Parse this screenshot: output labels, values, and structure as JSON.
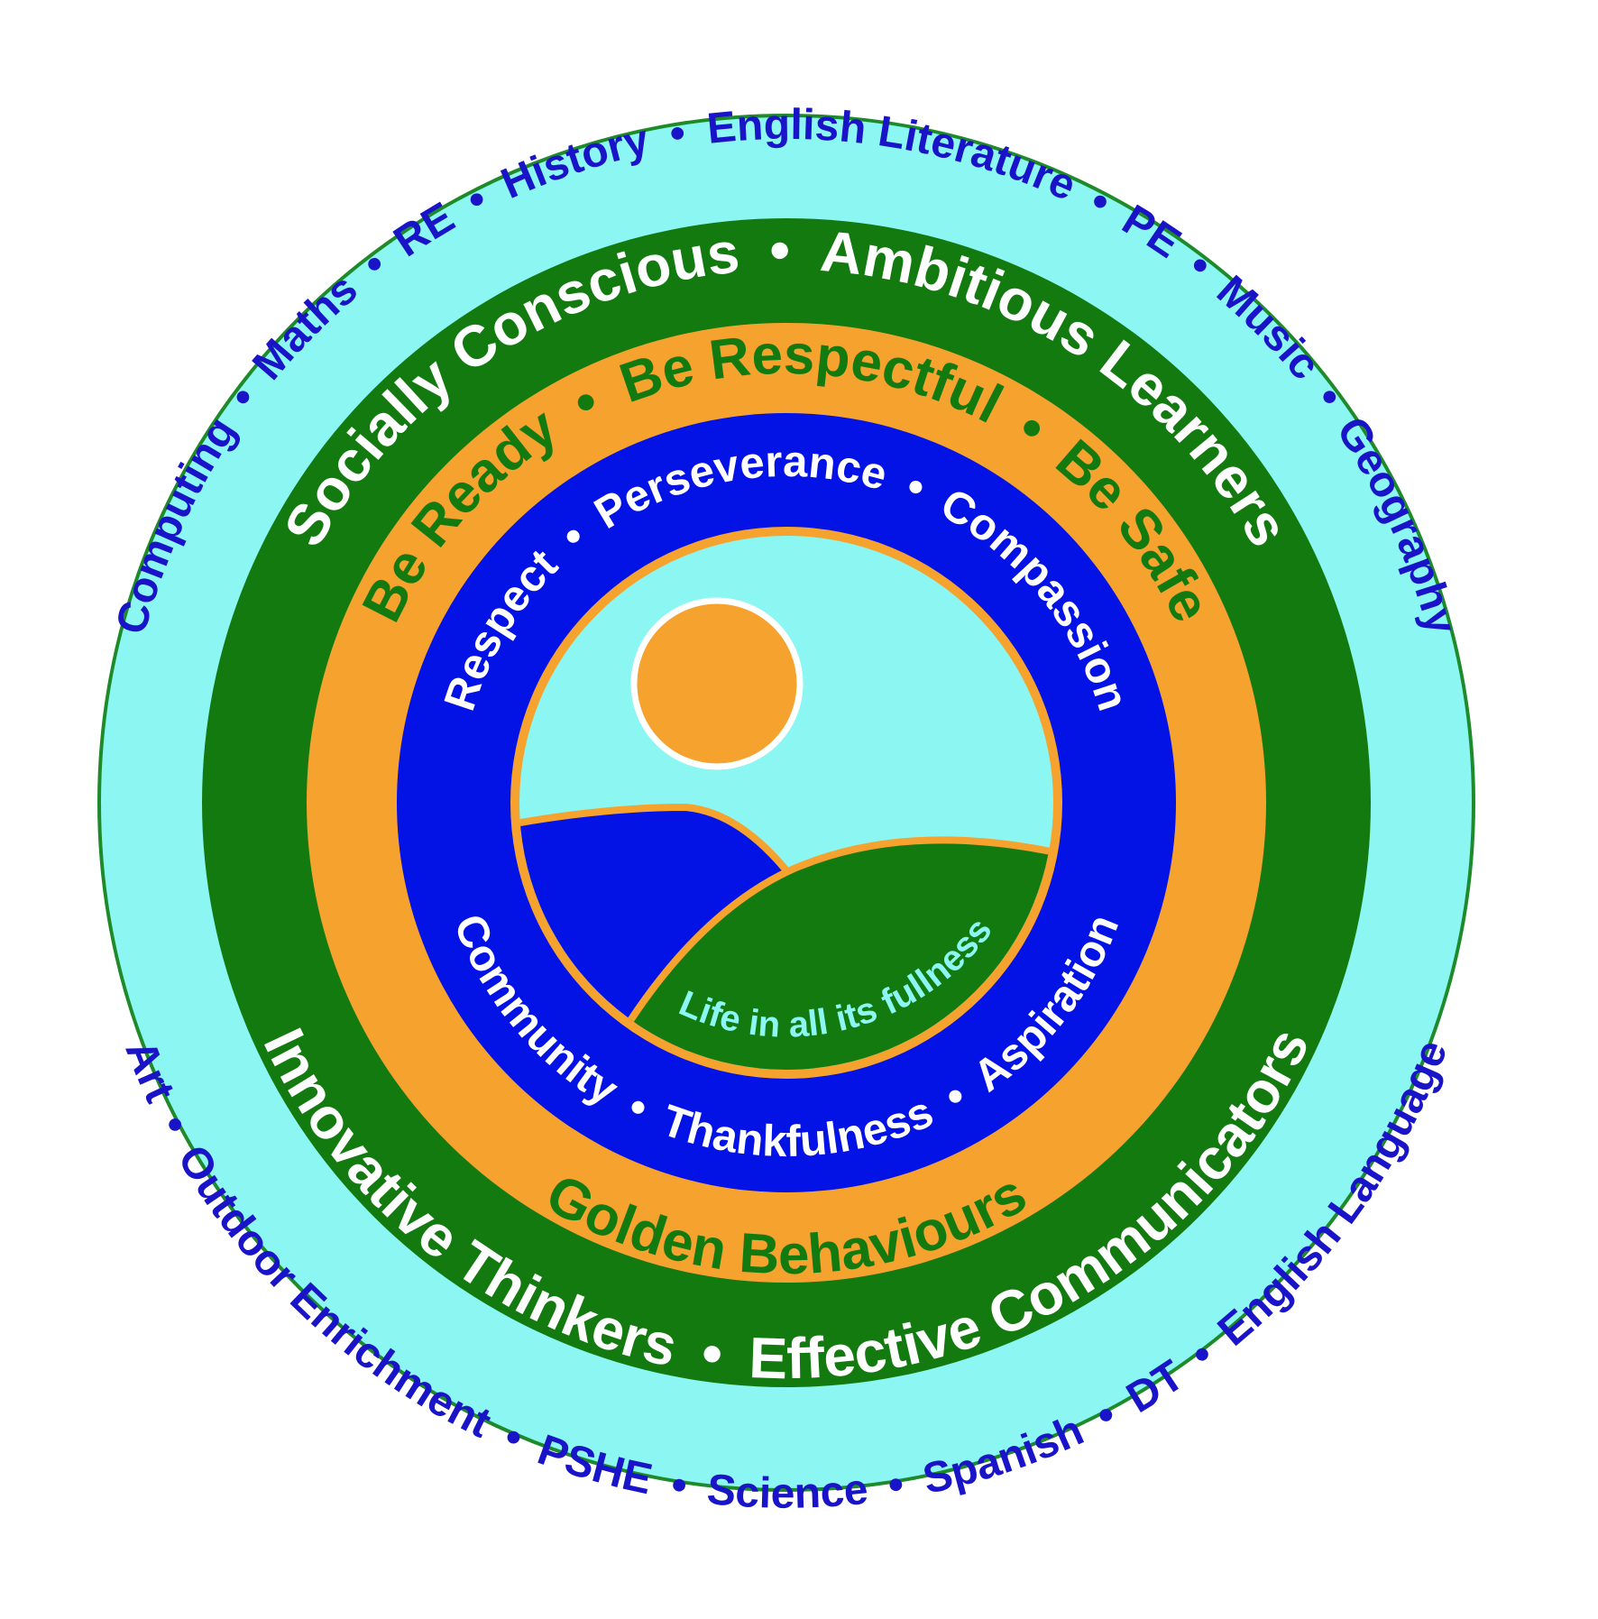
{
  "colors": {
    "outer_ring": "#8cf7f2",
    "outer_ring_border": "#1e8a2a",
    "attribute_ring": "#137a10",
    "behaviour_ring": "#f6a22e",
    "value_ring": "#0313e6",
    "sky": "#8cf7f2",
    "sun": "#f6a22e",
    "left_hill": "#0313e6",
    "right_hill": "#137a10",
    "hill_outline": "#f6a22e",
    "subject_text": "#1a14c8",
    "attribute_text": "#ffffff",
    "behaviour_text": "#137a10",
    "value_text": "#ffffff",
    "motto_text": "#8cf7f2"
  },
  "separator": "•",
  "subjects": {
    "top": [
      "Computing",
      "Maths",
      "RE",
      "History",
      "English Literature",
      "PE",
      "Music",
      "Geography"
    ],
    "bottom": [
      "Art",
      "Outdoor Enrichment",
      "PSHE",
      "Science",
      "Spanish",
      "DT",
      "English Language"
    ]
  },
  "attributes": {
    "top": [
      "Socially Conscious",
      "Ambitious Learners"
    ],
    "bottom": [
      "Innovative Thinkers",
      "Effective Communicators"
    ]
  },
  "behaviours": {
    "top": [
      "Be Ready",
      "Be Respectful",
      "Be Safe"
    ],
    "bottom": [
      "Golden Behaviours"
    ]
  },
  "values": {
    "top": [
      "Respect",
      "Perseverance",
      "Compassion"
    ],
    "bottom": [
      "Community",
      "Thankfulness",
      "Aspiration"
    ]
  },
  "motto": "Life in all its fullness"
}
